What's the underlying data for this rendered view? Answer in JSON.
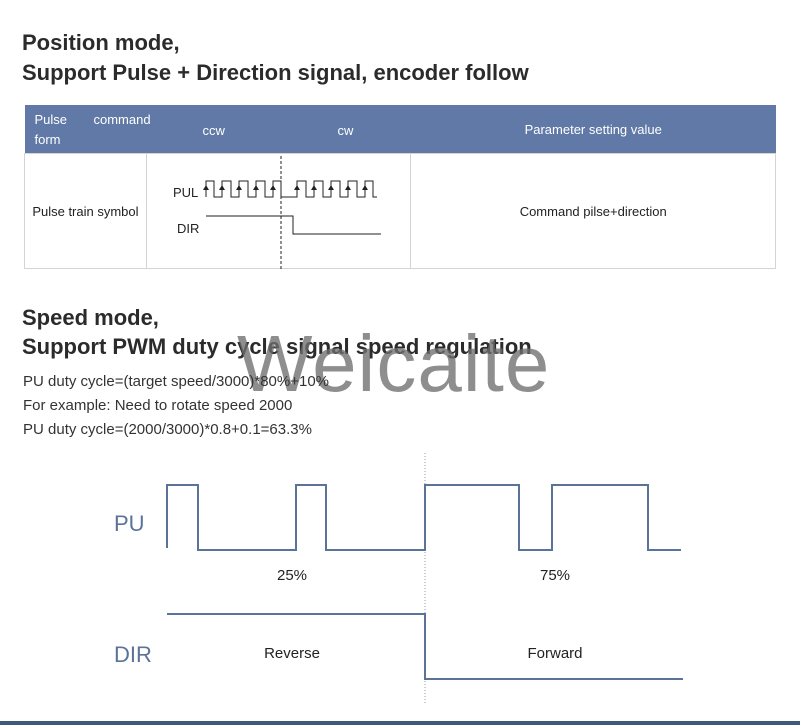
{
  "position": {
    "title_line1": "Position mode,",
    "title_line2": "Support Pulse + Direction signal, encoder follow",
    "table": {
      "header_pulse": "Pulse",
      "header_form": "form",
      "header_command": "command",
      "header_ccw": "ccw",
      "header_cw": "cw",
      "header_param": "Parameter setting value",
      "row_label": "Pulse train symbol",
      "row_param": "Command pilse+direction",
      "pul_label": "PUL",
      "dir_label": "DIR"
    }
  },
  "speed": {
    "title_line1": "Speed mode,",
    "title_line2": "Support PWM duty cycle signal speed regulation",
    "formula": "PU duty cycle=(target speed/3000)*80%+10%",
    "example": "For example: Need to rotate speed 2000",
    "calc": "PU duty cycle=(2000/3000)*0.8+0.1=63.3%",
    "diagram": {
      "pu_label": "PU",
      "dir_label": "DIR",
      "duty_left": "25%",
      "duty_right": "75%",
      "dir_left": "Reverse",
      "dir_right": "Forward"
    }
  },
  "watermark": "Weicaite",
  "colors": {
    "header_bg": "#6079a6",
    "signal": "#5b7399",
    "bottom_bar": "#3e5a78"
  }
}
